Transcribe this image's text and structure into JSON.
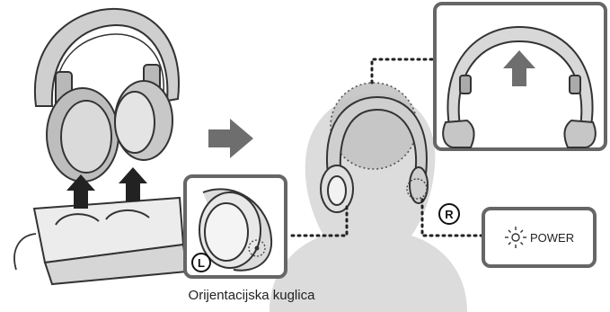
{
  "figure": {
    "caption": "Orijentacijska kuglica",
    "left_marker": "L",
    "right_marker": "R",
    "power_label": "POWER",
    "colors": {
      "outline": "#333333",
      "gray_fill": "#cfcfcf",
      "light_fill": "#e6e6e6",
      "arrow": "#6e6e6e",
      "head_silhouette": "#dcdcdc"
    },
    "icons": [
      "headphones-icon",
      "charging-stand-icon",
      "arrow-right-icon",
      "arrow-up-icon",
      "power-lamp-icon"
    ]
  }
}
